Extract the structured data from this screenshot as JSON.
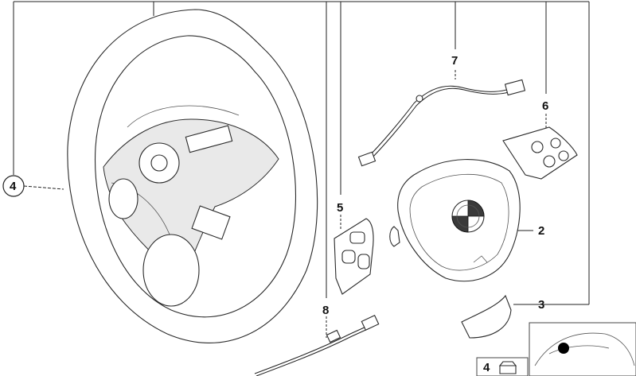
{
  "callouts": [
    {
      "id": "steering-wheel",
      "label": "4"
    },
    {
      "id": "airbag",
      "label": "2"
    },
    {
      "id": "trim-cover",
      "label": "3"
    },
    {
      "id": "switch-left",
      "label": "5"
    },
    {
      "id": "switch-right",
      "label": "6"
    },
    {
      "id": "cable-harness",
      "label": "7"
    },
    {
      "id": "cable-lower",
      "label": "8"
    }
  ],
  "legend": {
    "label": "4"
  },
  "colors": {
    "line": "#2a2a2a",
    "marker": "#000000",
    "background": "#ffffff"
  },
  "icons": [
    "steering-wheel-icon",
    "airbag-module-icon",
    "switch-module-icon",
    "wire-harness-icon",
    "car-locator-icon",
    "bolt-icon"
  ]
}
